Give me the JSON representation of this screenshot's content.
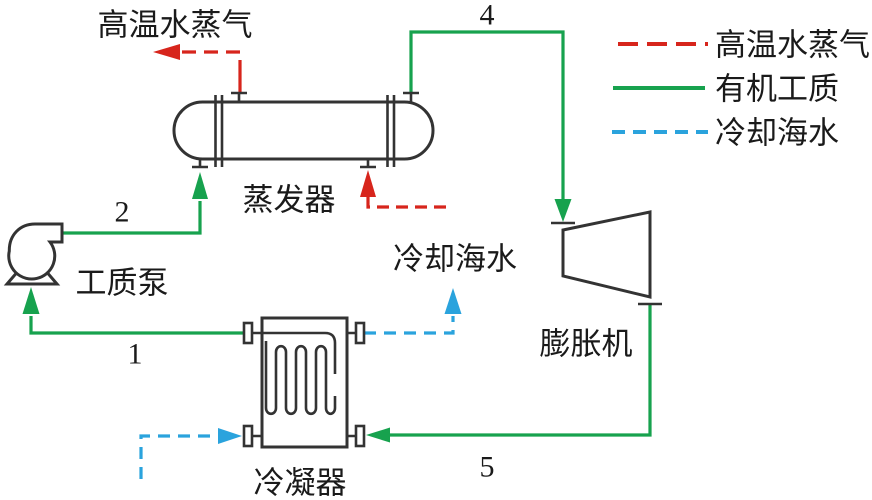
{
  "colors": {
    "steam_red": "#d7251c",
    "organic_green": "#17a24e",
    "seawater_blue": "#2aa3dd",
    "outline_ink": "#333333"
  },
  "components": {
    "evaporator": {
      "label": "蒸发器"
    },
    "pump": {
      "label": "工质泵"
    },
    "condenser": {
      "label": "冷凝器"
    },
    "expander": {
      "label": "膨胀机"
    }
  },
  "streams": {
    "steam_out_label": "高温水蒸气",
    "cooling_water_label": "冷却海水",
    "numbers": {
      "n1": "1",
      "n2": "2",
      "n4": "4",
      "n5": "5"
    }
  },
  "legend": {
    "items": [
      {
        "label": "高温水蒸气",
        "color": "#d7251c",
        "style": "dashed"
      },
      {
        "label": "有机工质",
        "color": "#17a24e",
        "style": "solid"
      },
      {
        "label": "冷却海水",
        "color": "#2aa3dd",
        "style": "dashed"
      }
    ]
  }
}
